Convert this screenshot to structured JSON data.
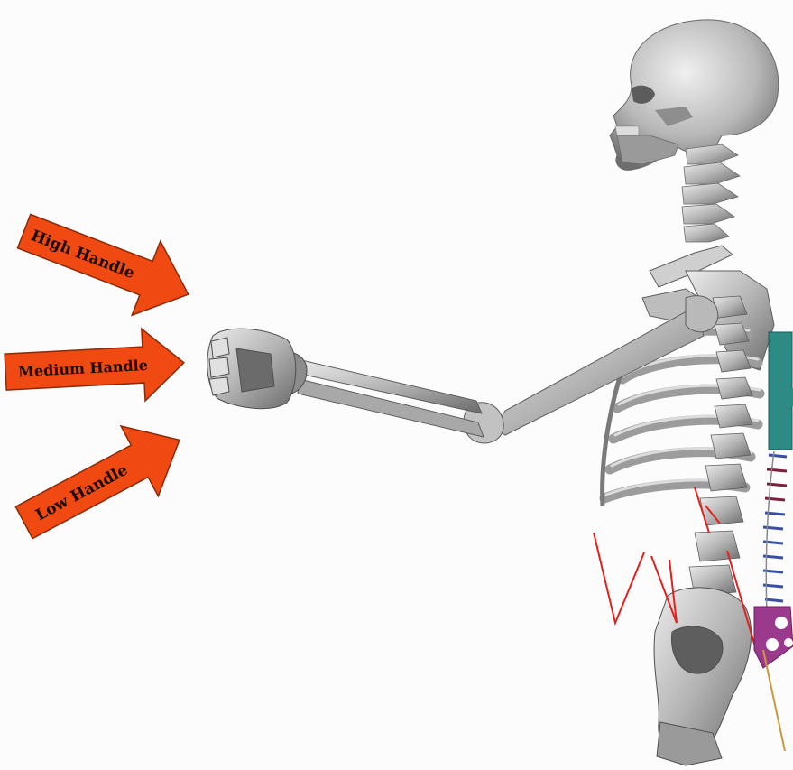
{
  "arrows": {
    "high_label": "High Handle",
    "medium_label": "Medium Handle",
    "low_label": "Low Handle"
  },
  "colors": {
    "arrow_fill": "#f04a12",
    "arrow_stroke": "#8a2a08",
    "bone_light": "#d6d6d6",
    "bone_mid": "#a9a9a9",
    "bone_dark": "#6f6f6f",
    "muscle_line": "#e32020",
    "spine_marker_teal": "#2e8a84",
    "spine_marker_blue": "#3a4fa0",
    "spine_marker_maroon": "#7a1f3d",
    "pelvis_marker": "#9b3a8c",
    "rod_line": "#c99a3c"
  }
}
